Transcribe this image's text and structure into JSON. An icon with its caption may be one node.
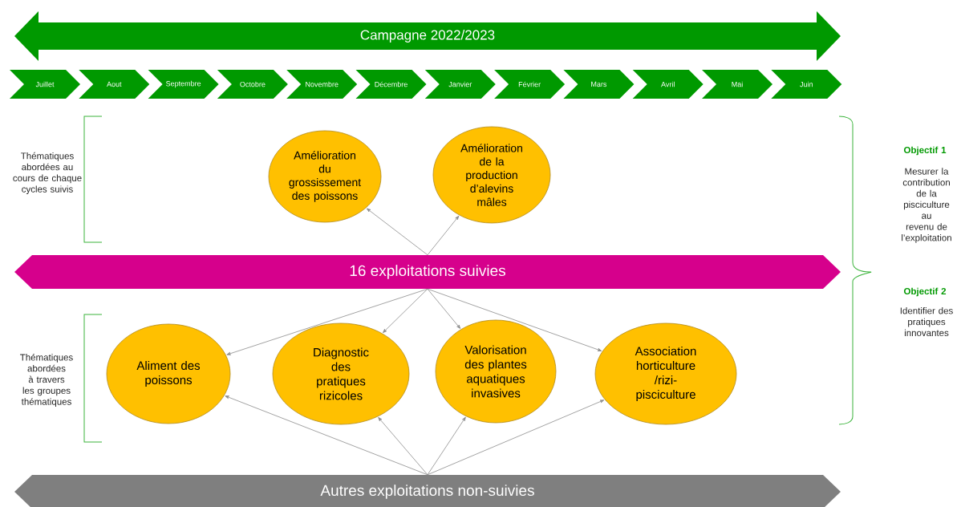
{
  "diagram": {
    "nodes": [
      {
        "text": [
          "Campagne 2022/2023"
        ]
      },
      {
        "text": [
          "Juillet"
        ]
      },
      {
        "text": [
          "Aout"
        ]
      },
      {
        "text": [
          "Septembre"
        ]
      },
      {
        "text": [
          "Octobre"
        ]
      },
      {
        "text": [
          "Novembre"
        ]
      },
      {
        "text": [
          "Décembre"
        ]
      },
      {
        "text": [
          "Janvier"
        ]
      },
      {
        "text": [
          "Février"
        ]
      },
      {
        "text": [
          "Mars"
        ]
      },
      {
        "text": [
          "Avril"
        ]
      },
      {
        "text": [
          "Mai"
        ]
      },
      {
        "text": [
          "Juin"
        ]
      },
      {
        "text": [
          "Amélioration du grossissement des poissons"
        ]
      },
      {
        "text": [
          "Amélioration de la production d’alevins mâles"
        ]
      },
      {
        "text": [
          "16 exploitations suivies"
        ]
      },
      {
        "text": [
          "Aliment des poissons"
        ]
      },
      {
        "text": [
          "Diagnostic des pratiques rizicoles"
        ]
      },
      {
        "text": [
          "Valorisation des plantes aquatiques invasives"
        ]
      },
      {
        "text": [
          "Association horticulture /rizi-pisciculture"
        ]
      },
      {
        "text": [
          "Autres exploitations non-suivies"
        ]
      }
    ],
    "edges": [
      {
        "from": 15,
        "to": 13,
        "arrow": "to"
      },
      {
        "from": 15,
        "to": 14,
        "arrow": "to"
      },
      {
        "from": 15,
        "to": 16,
        "arrow": "to"
      },
      {
        "from": 15,
        "to": 17,
        "arrow": "to"
      },
      {
        "from": 15,
        "to": 18,
        "arrow": "to"
      },
      {
        "from": 15,
        "to": 19,
        "arrow": "to"
      },
      {
        "from": 20,
        "to": 16,
        "arrow": "to"
      },
      {
        "from": 20,
        "to": 17,
        "arrow": "to"
      },
      {
        "from": 20,
        "to": 18,
        "arrow": "to"
      },
      {
        "from": 20,
        "to": 19,
        "arrow": "to"
      }
    ],
    "labels": [
      "Thématiques abordées au cours de chaque cycles suivis",
      "Thématiques abordées à travers les groupes thématiques",
      "Objectif 1",
      "Mesurer la contribution de la pisciculture au revenu de l’exploitation",
      "Objectif 2",
      "Identifier des pratiques innovantes"
    ]
  }
}
